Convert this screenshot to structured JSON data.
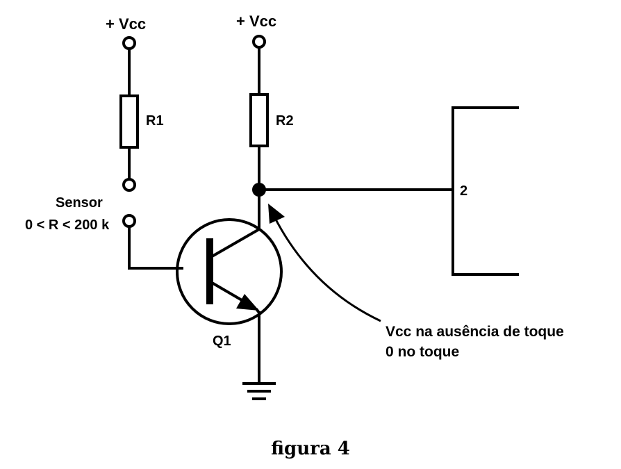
{
  "diagram": {
    "supply_r1_label": "+ Vcc",
    "supply_r2_label": "+ Vcc",
    "resistor_r1_label": "R1",
    "resistor_r2_label": "R2",
    "sensor_label": "Sensor",
    "sensor_range_label": "0 < R < 200 k",
    "transistor_label": "Q1",
    "output_pin_label": "2",
    "annotation_line1": "Vcc na ausência de toque",
    "annotation_line2": "0 no toque",
    "caption": "figura 4"
  }
}
